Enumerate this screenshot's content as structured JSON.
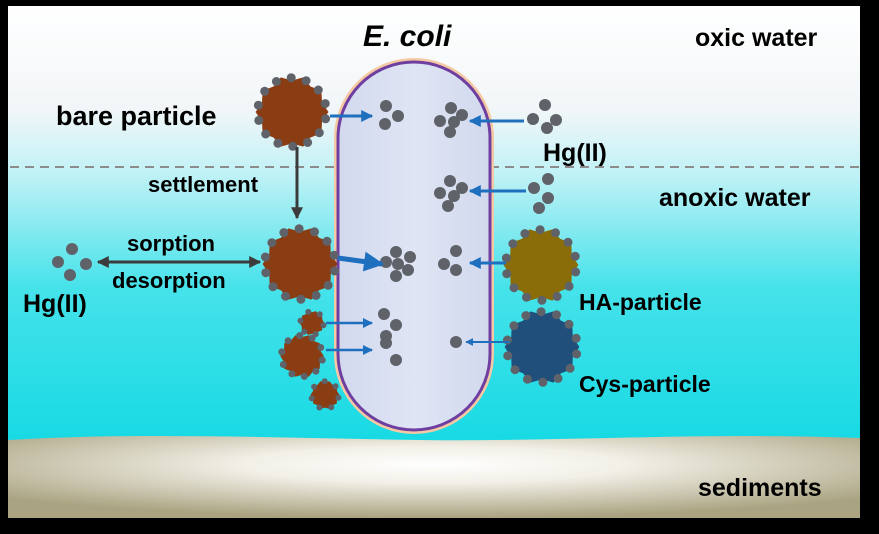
{
  "title": "E. coli",
  "zones": {
    "oxic": "oxic water",
    "anoxic": "anoxic water",
    "sediments": "sediments"
  },
  "labels": {
    "bare_particle": "bare particle",
    "settlement": "settlement",
    "sorption": "sorption",
    "desorption": "desorption",
    "hg_left": "Hg(II)",
    "hg_right": "Hg(II)",
    "ha_particle": "HA-particle",
    "cys_particle": "Cys-particle"
  },
  "colors": {
    "bare_particle": "#8a3c12",
    "ha_particle": "#8a6d08",
    "cys_particle": "#1f4f7a",
    "hg_dot": "#5f6369",
    "arrow_blue": "#1f6fbf",
    "cell_fill": "#d7def0",
    "cell_outline": "#6e3fa0",
    "water_top": "#ffffff",
    "water_bottom": "#00d9e3",
    "sediment": "#b0a98a"
  }
}
